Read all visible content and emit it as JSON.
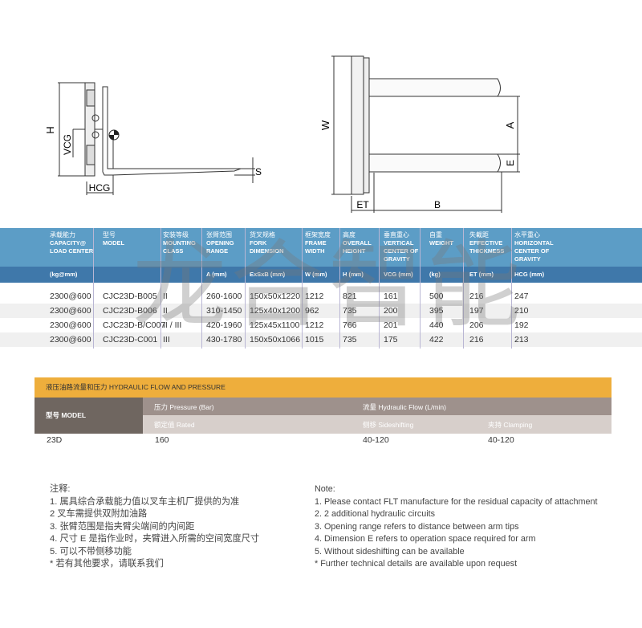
{
  "diagrams": {
    "side_labels": [
      "H",
      "VCG",
      "HCG",
      "S"
    ],
    "top_labels": [
      "W",
      "A",
      "E",
      "ET",
      "B"
    ]
  },
  "watermark": "龙合智能",
  "spec_table": {
    "headers": [
      {
        "cn": "承载能力",
        "en": "CAPACITY@ LOAD CENTER",
        "unit": "(kg@mm)"
      },
      {
        "cn": "型号",
        "en": "MODEL",
        "unit": ""
      },
      {
        "cn": "安装等级",
        "en": "MOUNTING CLASS",
        "unit": ""
      },
      {
        "cn": "张臂范围",
        "en": "OPENING RANGE",
        "unit": "A (mm)"
      },
      {
        "cn": "货叉规格",
        "en": "FORK DIMENSION",
        "unit": "ExSxB (mm)"
      },
      {
        "cn": "框架宽度",
        "en": "FRAME WIDTH",
        "unit": "W (mm)"
      },
      {
        "cn": "高度",
        "en": "OVERALL HEIGHT",
        "unit": "H (mm)"
      },
      {
        "cn": "垂直重心",
        "en": "VERTICAL CENTER OF GRAVITY",
        "unit": "VCG (mm)"
      },
      {
        "cn": "自重",
        "en": "WEIGHT",
        "unit": "(kg)"
      },
      {
        "cn": "失載距",
        "en": "EFFECTIVE THICKNESS",
        "unit": "ET (mm)"
      },
      {
        "cn": "水平重心",
        "en": "HORIZONTAL CENTER OF GRAVITY",
        "unit": "HCG (mm)"
      }
    ],
    "rows": [
      [
        "2300@600",
        "CJC23D-B005",
        "II",
        "260-1600",
        "150x50x1220",
        "1212",
        "821",
        "161",
        "500",
        "216",
        "247"
      ],
      [
        "2300@600",
        "CJC23D-B006",
        "II",
        "310-1450",
        "125x40x1200",
        "962",
        "735",
        "200",
        "395",
        "197",
        "210"
      ],
      [
        "2300@600",
        "CJC23D-B/C007",
        "II / III",
        "420-1960",
        "125x45x1100",
        "1212",
        "766",
        "201",
        "440",
        "206",
        "192"
      ],
      [
        "2300@600",
        "CJC23D-C001",
        "III",
        "430-1780",
        "150x50x1066",
        "1015",
        "735",
        "175",
        "422",
        "216",
        "213"
      ]
    ]
  },
  "hydraulic": {
    "title": "液压油路流量和压力 HYDRAULIC FLOW AND PRESSURE",
    "model_header": "型号 MODEL",
    "pressure_header": "压力 Pressure (Bar)",
    "flow_header": "流量 Hydraulic Flow (L/min)",
    "rated": "额定值 Rated",
    "sideshifting": "侧移 Sideshifting",
    "clamping": "夹持 Clamping",
    "row": {
      "model": "23D",
      "pressure": "160",
      "sideshifting": "40-120",
      "clamping": "40-120"
    }
  },
  "notes_cn": [
    "注释:",
    "1. 属具综合承载能力值以叉车主机厂提供的为准",
    "2 叉车需提供双附加油路",
    "3. 张臂范围是指夹臂尖端间的内间距",
    "4. 尺寸 E 是指作业时，夹臂进入所需的空间宽度尺寸",
    "5. 可以不带侧移功能",
    "* 若有其他要求，请联系我们"
  ],
  "notes_en": [
    "Note:",
    "1. Please contact FLT manufacture for the residual capacity of attachment",
    "2. 2 additional hydraulic circuits",
    "3. Opening range refers to distance between arm tips",
    "4. Dimension E refers to operation space required for arm",
    "5. Without sideshifting can be available",
    "* Further technical details are available upon request"
  ]
}
